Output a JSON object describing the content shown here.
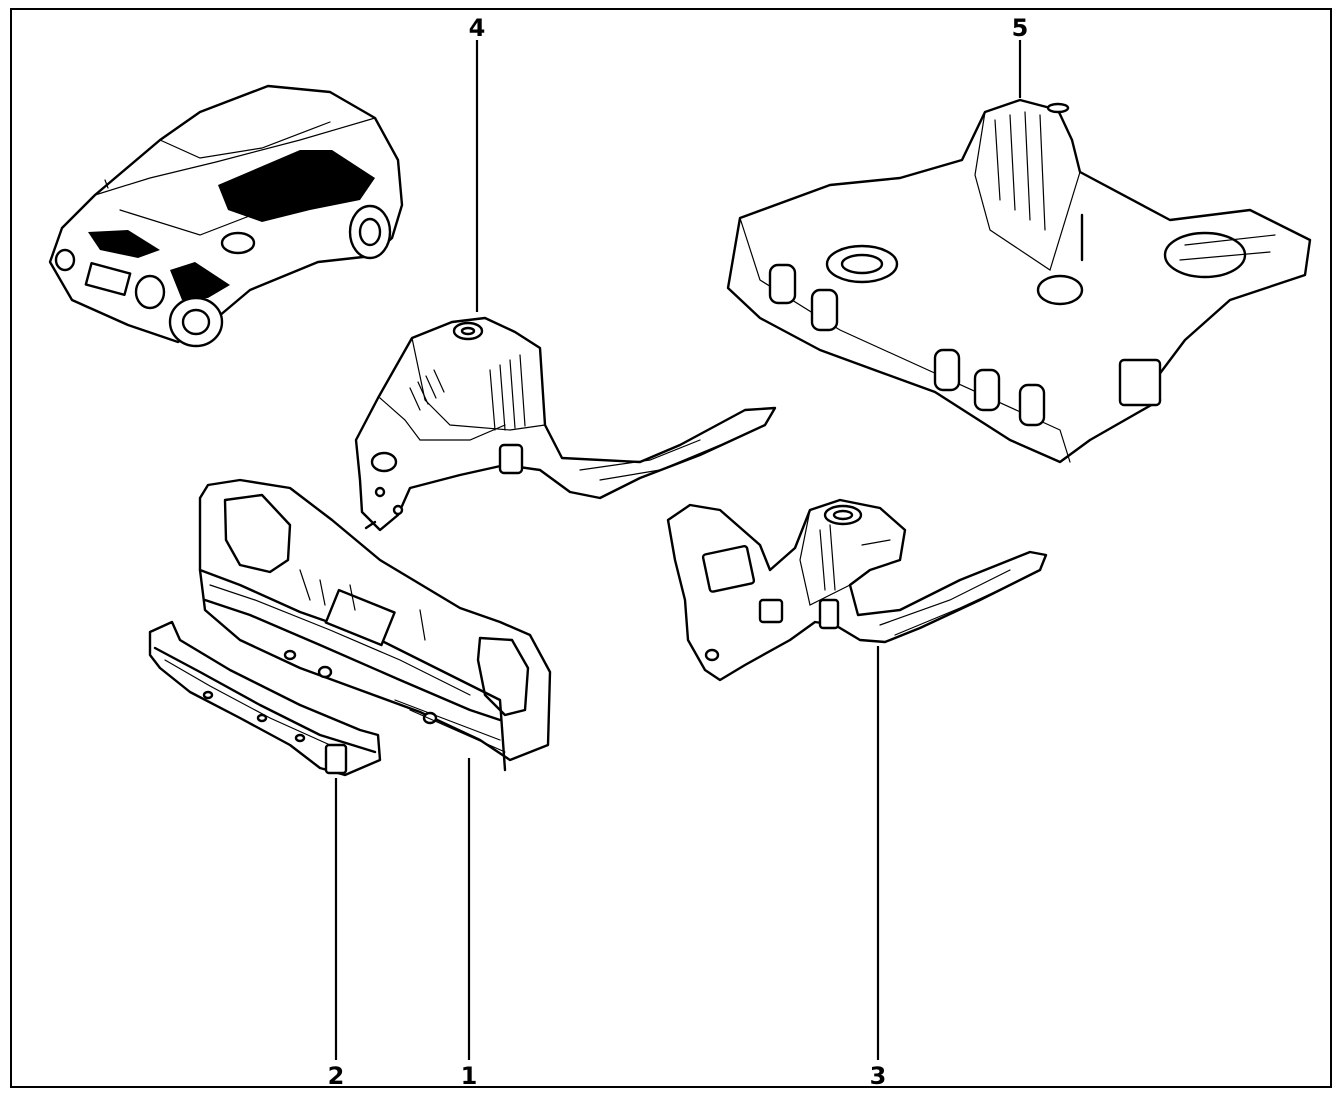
{
  "diagram": {
    "callouts": [
      {
        "id": "1",
        "text": "1"
      },
      {
        "id": "2",
        "text": "2"
      },
      {
        "id": "3",
        "text": "3"
      },
      {
        "id": "4",
        "text": "4"
      },
      {
        "id": "5",
        "text": "5"
      }
    ],
    "parts": [
      {
        "ref": "1",
        "icon": "front-panel-crossmember-icon"
      },
      {
        "ref": "2",
        "icon": "lower-crossmember-bar-icon"
      },
      {
        "ref": "3",
        "icon": "right-front-side-member-icon"
      },
      {
        "ref": "4",
        "icon": "left-front-side-member-icon"
      },
      {
        "ref": "5",
        "icon": "rear-floor-assembly-icon"
      }
    ],
    "overview_icon": "car-body-location-icon",
    "colors": {
      "ink": "#000000",
      "paper": "#ffffff"
    }
  }
}
